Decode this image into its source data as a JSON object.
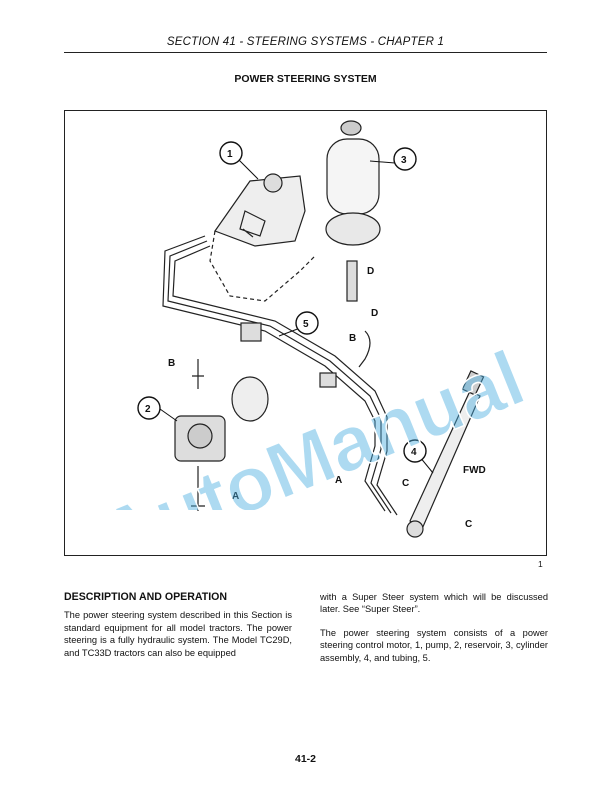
{
  "header": {
    "section_title": "SECTION 41 - STEERING SYSTEMS - CHAPTER 1"
  },
  "figure": {
    "title": "POWER STEERING SYSTEM",
    "number": "1",
    "callouts": [
      "1",
      "2",
      "3",
      "4",
      "5"
    ],
    "letters": {
      "b_top": "B",
      "d_top": "D",
      "d_mid": "D",
      "b_mid": "B",
      "a_left": "A",
      "a_right": "A",
      "c_upper": "C",
      "c_lower": "C"
    },
    "fwd_label": "FWD"
  },
  "watermark": {
    "text": "AutoManual",
    "color": "#4aaee0"
  },
  "body": {
    "heading": "DESCRIPTION AND OPERATION",
    "left_para": "The power steering system described in this Section is standard equipment for all model tractors. The power steering is a fully hydraulic system. The Model TC29D, and TC33D tractors can also be equipped",
    "right_para1": "with a Super Steer system which will be discussed later. See “Super Steer”.",
    "right_para2": "The power steering system consists of a power steering control motor, 1, pump, 2, reservoir, 3, cylinder assembly, 4, and tubing, 5."
  },
  "footer": {
    "page_number": "41-2"
  }
}
